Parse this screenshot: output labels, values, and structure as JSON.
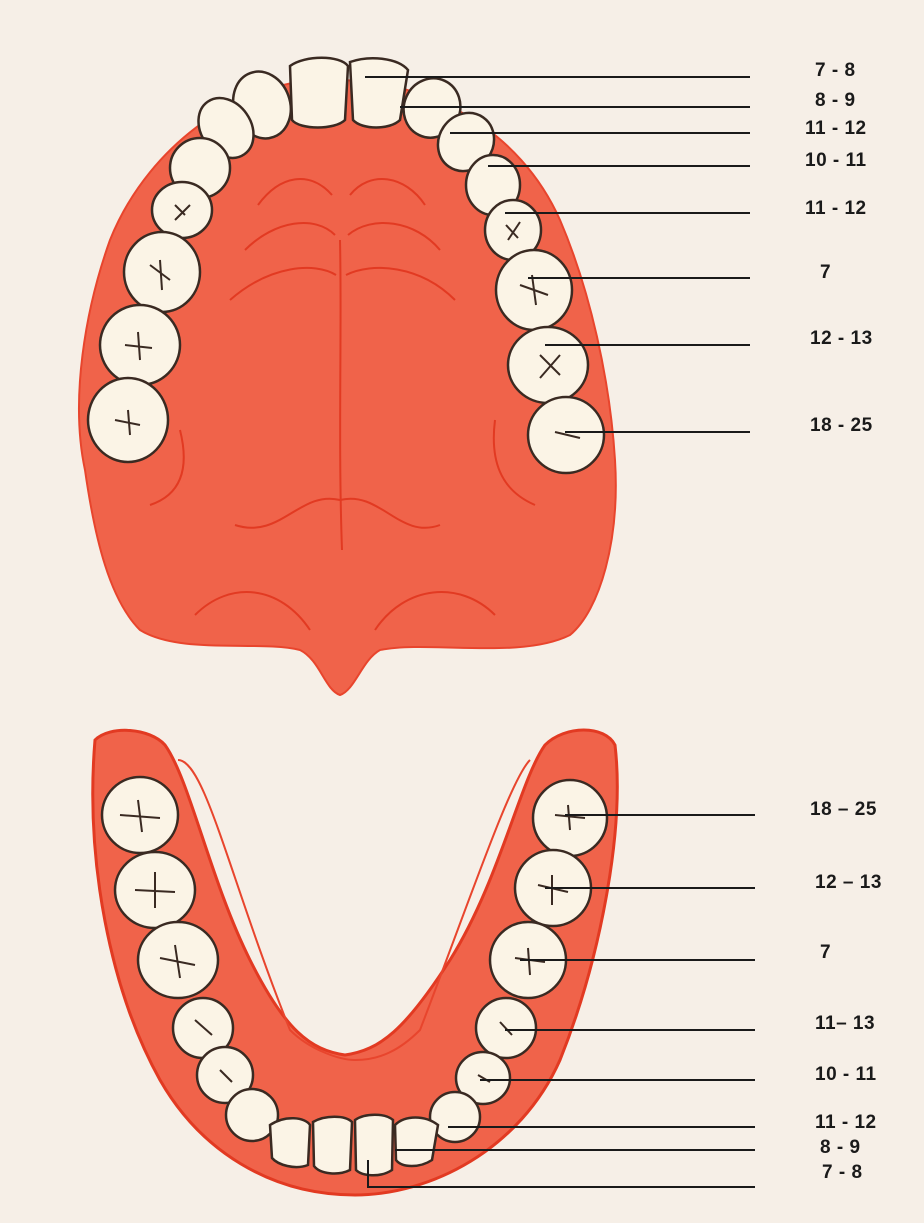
{
  "upper_jaw": {
    "labels": [
      "7 - 8",
      "8 - 9",
      "11 - 12",
      "10 - 11",
      "11 - 12",
      "7",
      "12 - 13",
      "18 - 25"
    ]
  },
  "lower_jaw": {
    "labels": [
      "18 – 25",
      "12 – 13",
      "7",
      "11– 13",
      "10 - 11",
      "11 - 12",
      "8 - 9",
      "7 -  8"
    ]
  },
  "colors": {
    "background": "#f6efe7",
    "gum": "#f0634a",
    "gum_edge": "#e23a22",
    "tooth": "#fbf4e6",
    "tooth_outline": "#3a2a22",
    "leader_line": "#1a1a1a"
  }
}
